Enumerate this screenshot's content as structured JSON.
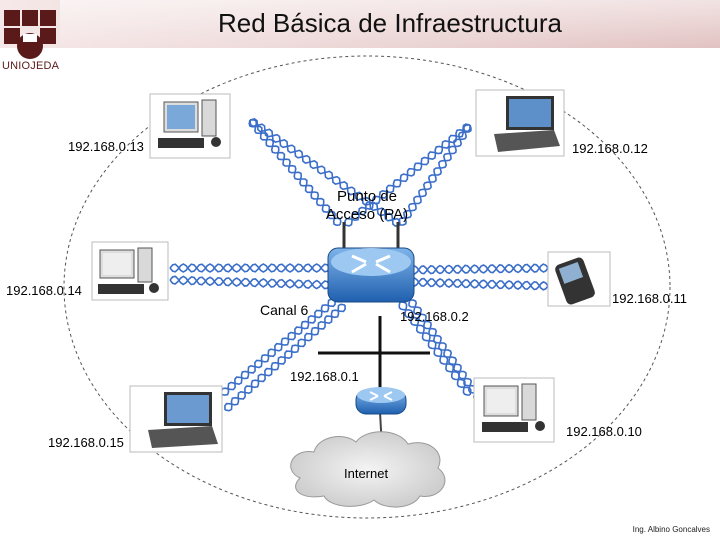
{
  "title": "Red Básica de Infraestructura",
  "logo": {
    "text": "UNIOJEDA"
  },
  "access_point": {
    "label_line1": "Punto de",
    "label_line2": "Acceso (PA)",
    "channel": "Canal 6",
    "ip": "192.168.0.2"
  },
  "router": {
    "ip": "192.168.0.1"
  },
  "internet": {
    "label": "Internet"
  },
  "clients": [
    {
      "ip": "192.168.0.13",
      "device": "desktop"
    },
    {
      "ip": "192.168.0.12",
      "device": "laptop"
    },
    {
      "ip": "192.168.0.14",
      "device": "desktop"
    },
    {
      "ip": "192.168.0.11",
      "device": "pda"
    },
    {
      "ip": "192.168.0.15",
      "device": "laptop"
    },
    {
      "ip": "192.168.0.10",
      "device": "desktop"
    }
  ],
  "colors": {
    "wave": "#3a6ec8",
    "header": "#e6cccc",
    "logo": "#5a1a1a",
    "router": "#2f7fcf"
  },
  "footer": "Ing. Albino Goncalves"
}
